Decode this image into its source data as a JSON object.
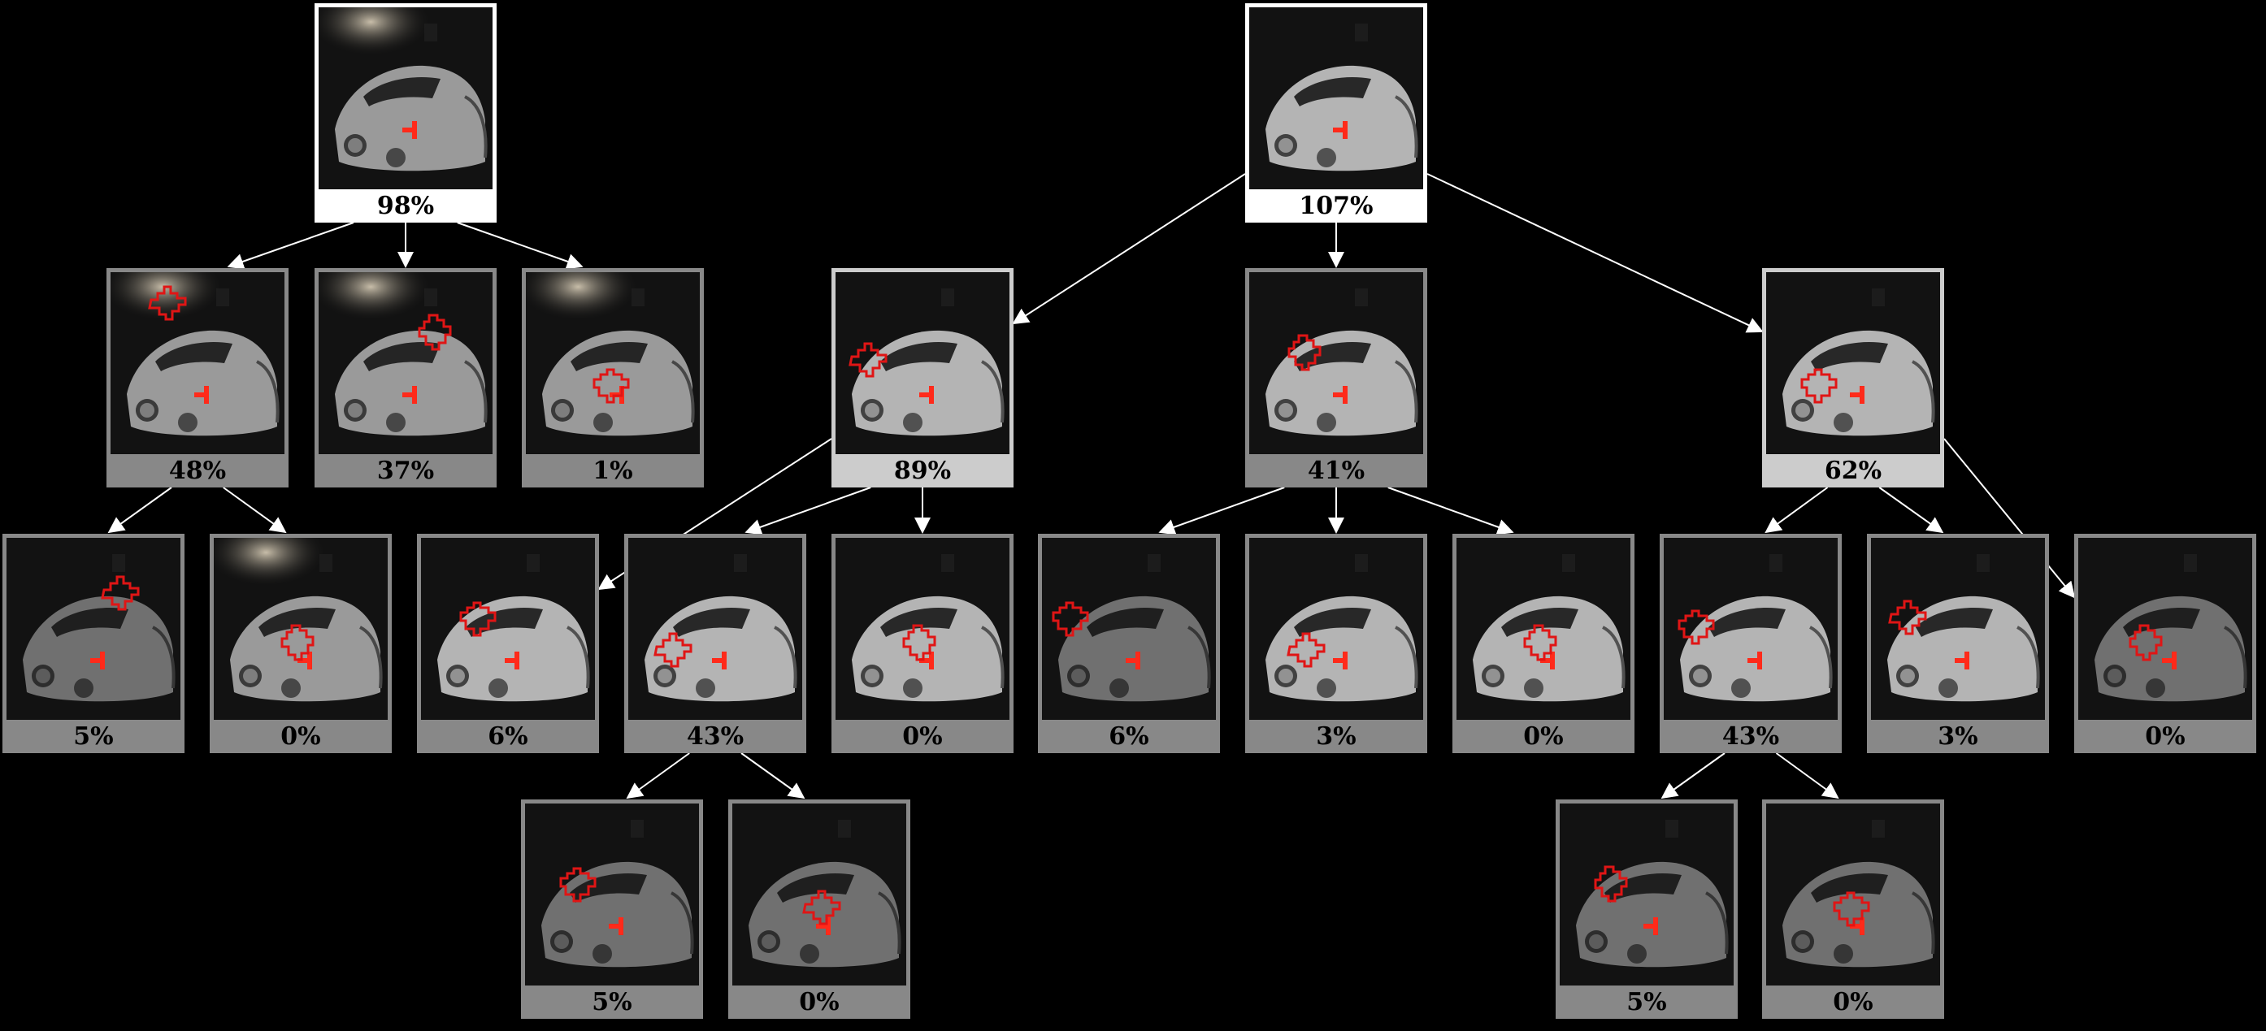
{
  "colors": {
    "background": "#000000",
    "root_border": "#ffffff",
    "mid_border": "#cccccc",
    "leaf_border": "#888888",
    "edge": "#ffffff",
    "mask_outline": "#e01515",
    "car_body": "#bdbdbd"
  },
  "nodes": [
    {
      "id": "n1",
      "label": "98%",
      "tier": "root",
      "mask": "red-outline-none",
      "light": "top-left"
    },
    {
      "id": "n2",
      "label": "107%",
      "tier": "root",
      "mask": "red-outline-none",
      "light": "left"
    },
    {
      "id": "n3",
      "label": "48%",
      "tier": "leaf",
      "mask": "red-outline-shape",
      "light": "top-left"
    },
    {
      "id": "n4",
      "label": "37%",
      "tier": "leaf",
      "mask": "red-outline-shape",
      "light": "top-left"
    },
    {
      "id": "n5",
      "label": "1%",
      "tier": "leaf",
      "mask": "red-outline-shape",
      "light": "top-left"
    },
    {
      "id": "n6",
      "label": "89%",
      "tier": "mid",
      "mask": "red-outline-shape",
      "light": "left"
    },
    {
      "id": "n7",
      "label": "41%",
      "tier": "leaf",
      "mask": "red-outline-shape",
      "light": "left"
    },
    {
      "id": "n8",
      "label": "62%",
      "tier": "mid",
      "mask": "red-outline-shape",
      "light": "left"
    },
    {
      "id": "n9",
      "label": "5%",
      "tier": "leaf",
      "mask": "red-outline-shape",
      "light": "dim"
    },
    {
      "id": "n10",
      "label": "0%",
      "tier": "leaf",
      "mask": "red-outline-shape",
      "light": "top-left"
    },
    {
      "id": "n11",
      "label": "6%",
      "tier": "leaf",
      "mask": "red-outline-shape",
      "light": "left"
    },
    {
      "id": "n12",
      "label": "43%",
      "tier": "leaf",
      "mask": "red-outline-shape",
      "light": "left"
    },
    {
      "id": "n13",
      "label": "0%",
      "tier": "leaf",
      "mask": "red-outline-shape",
      "light": "left"
    },
    {
      "id": "n14",
      "label": "6%",
      "tier": "leaf",
      "mask": "red-outline-shape",
      "light": "dim"
    },
    {
      "id": "n15",
      "label": "3%",
      "tier": "leaf",
      "mask": "red-outline-shape",
      "light": "left"
    },
    {
      "id": "n16",
      "label": "0%",
      "tier": "leaf",
      "mask": "red-outline-shape",
      "light": "left"
    },
    {
      "id": "n17",
      "label": "43%",
      "tier": "leaf",
      "mask": "red-outline-shape",
      "light": "left"
    },
    {
      "id": "n18",
      "label": "3%",
      "tier": "leaf",
      "mask": "red-outline-shape",
      "light": "left"
    },
    {
      "id": "n19",
      "label": "0%",
      "tier": "leaf",
      "mask": "red-outline-shape",
      "light": "dim"
    },
    {
      "id": "n20",
      "label": "5%",
      "tier": "leaf",
      "mask": "red-outline-shape",
      "light": "dim"
    },
    {
      "id": "n21",
      "label": "0%",
      "tier": "leaf",
      "mask": "red-outline-shape",
      "light": "dim"
    },
    {
      "id": "n22",
      "label": "5%",
      "tier": "leaf",
      "mask": "red-outline-shape",
      "light": "dim"
    },
    {
      "id": "n23",
      "label": "0%",
      "tier": "leaf",
      "mask": "red-outline-shape",
      "light": "dim"
    }
  ],
  "edges": [
    [
      "n1",
      "n3"
    ],
    [
      "n1",
      "n4"
    ],
    [
      "n1",
      "n5"
    ],
    [
      "n2",
      "n6"
    ],
    [
      "n2",
      "n7"
    ],
    [
      "n2",
      "n8"
    ],
    [
      "n3",
      "n9"
    ],
    [
      "n3",
      "n10"
    ],
    [
      "n6",
      "n11"
    ],
    [
      "n6",
      "n12"
    ],
    [
      "n6",
      "n13"
    ],
    [
      "n7",
      "n14"
    ],
    [
      "n7",
      "n15"
    ],
    [
      "n7",
      "n16"
    ],
    [
      "n8",
      "n17"
    ],
    [
      "n8",
      "n18"
    ],
    [
      "n8",
      "n19"
    ],
    [
      "n12",
      "n20"
    ],
    [
      "n12",
      "n21"
    ],
    [
      "n17",
      "n22"
    ],
    [
      "n17",
      "n23"
    ]
  ]
}
